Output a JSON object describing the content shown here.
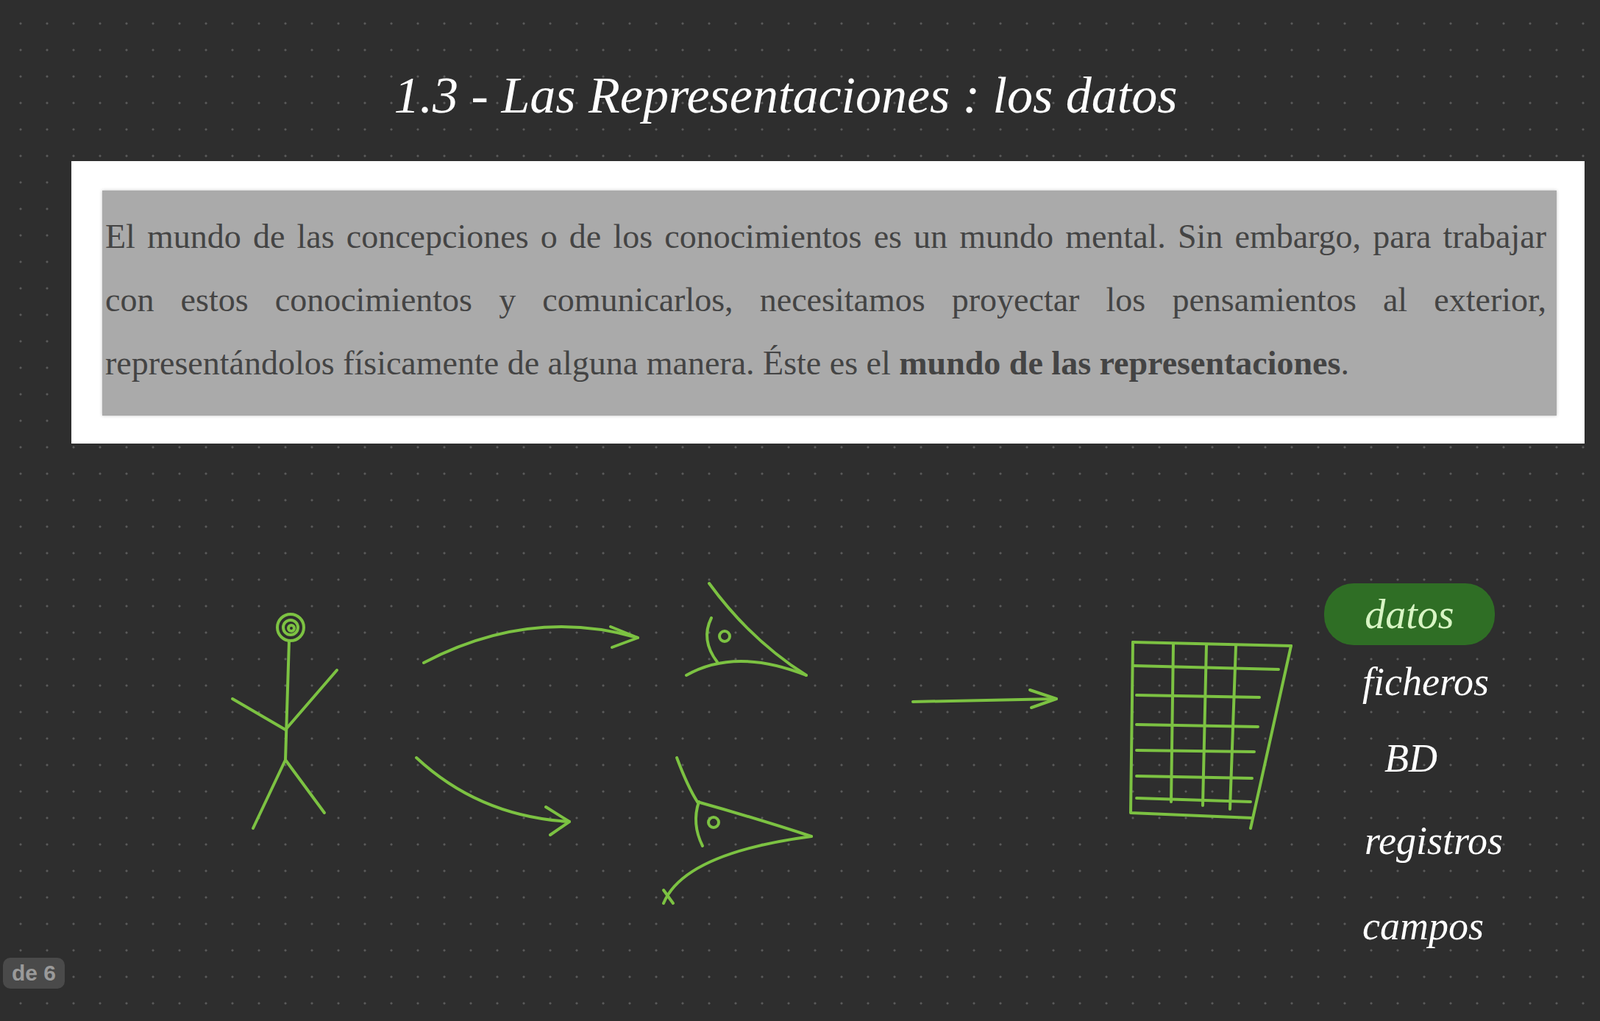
{
  "diagram": {
    "title": "1.3 - Las Representaciones : los datos",
    "nodes": [
      {
        "text": [
          "El mundo de las concepciones o de los conocimientos es un mundo mental. Sin embargo, para trabajar con estos conocimientos y comunicarlos, necesitamos proyectar los pensamientos al exterior, representándolos físicamente de alguna manera. Éste es el",
          "mundo de las representaciones",
          "."
        ]
      },
      {
        "text": [
          "datos"
        ]
      }
    ],
    "labels": [
      "ficheros",
      "BD",
      "registros",
      "campos",
      "de 6"
    ]
  }
}
